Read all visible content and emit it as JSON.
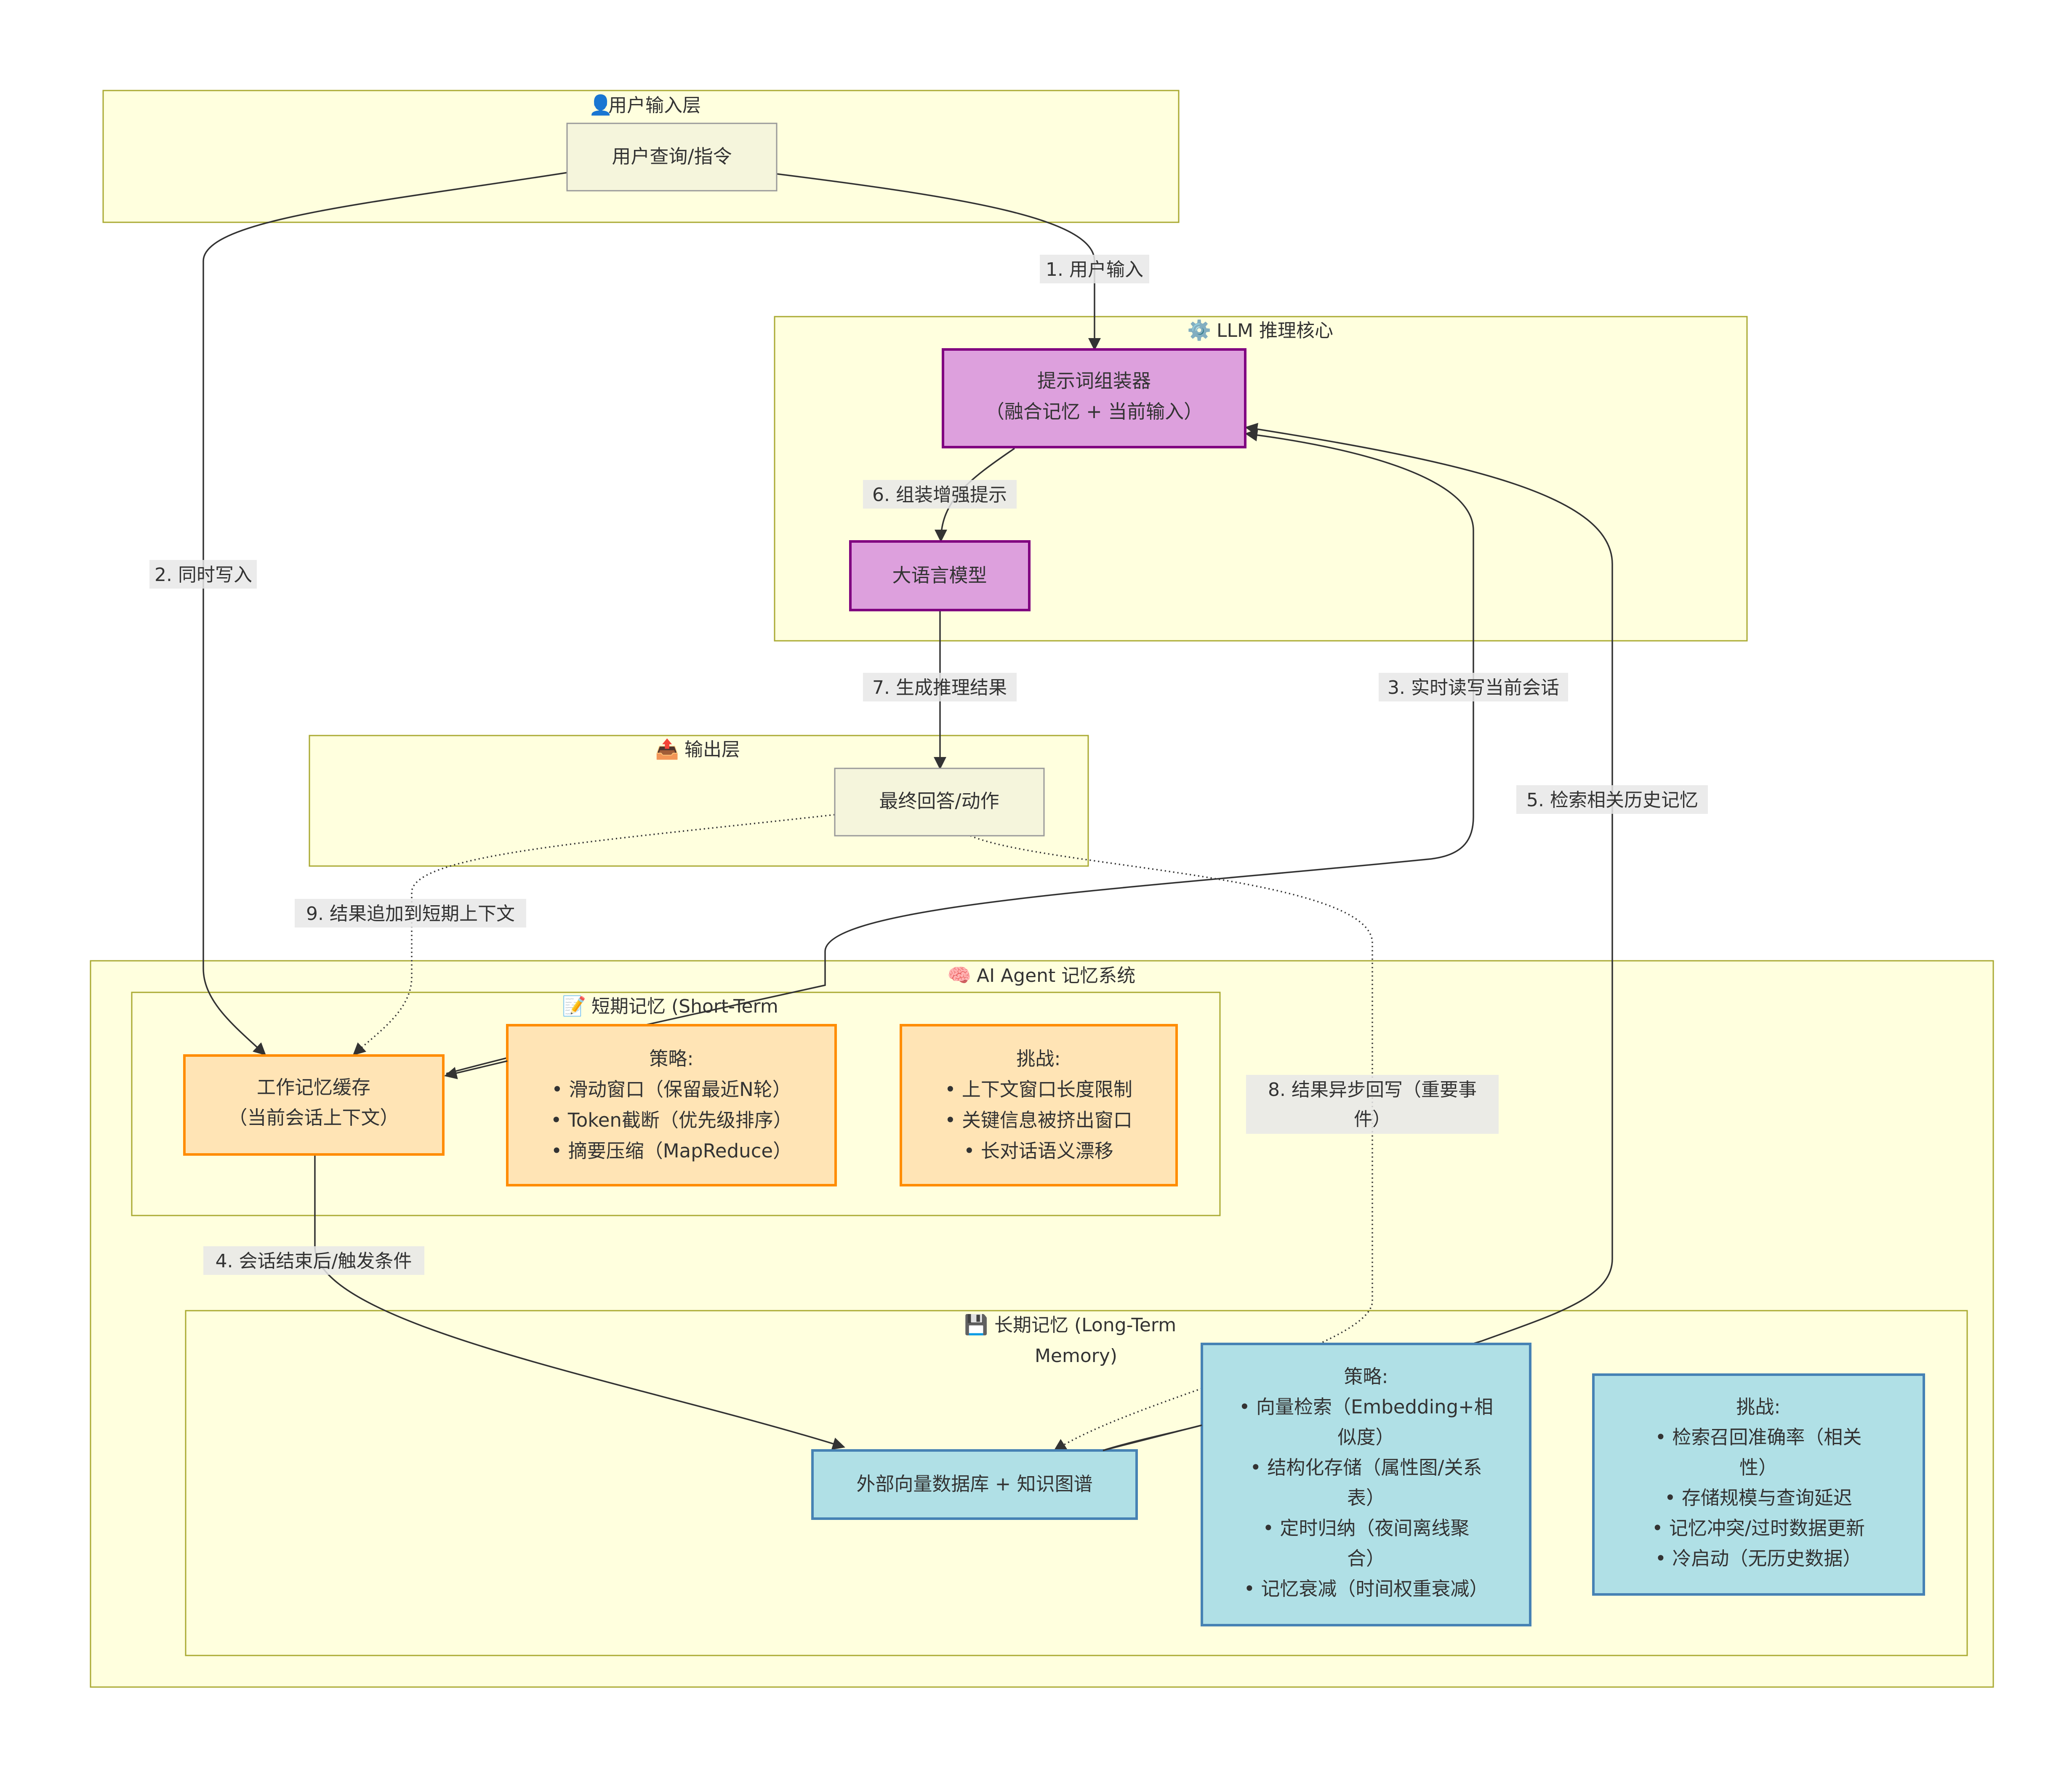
{
  "clusters": {
    "user_input": {
      "icon": "👤",
      "title": "用户输入层"
    },
    "llm_core": {
      "icon": "⚙️",
      "title": "LLM 推理核心"
    },
    "output": {
      "icon": "📤",
      "title": "输出层"
    },
    "memory_system": {
      "icon": "🧠",
      "title": "AI Agent 记忆系统"
    },
    "short_term": {
      "icon": "📝",
      "title": "短期记忆 (Short-Term"
    },
    "long_term": {
      "icon": "💾",
      "title_line1": "长期记忆 (Long-Term",
      "title_line2": "Memory)"
    }
  },
  "nodes": {
    "user_query": "用户查询/指令",
    "prompt_assembler": {
      "line1": "提示词组装器",
      "line2": "（融合记忆 + 当前输入）"
    },
    "llm": "大语言模型",
    "final_answer": "最终回答/动作",
    "working_memory": {
      "line1": "工作记忆缓存",
      "line2": "（当前会话上下文）"
    },
    "stm_strategy": {
      "line1": "策略:",
      "line2": "• 滑动窗口（保留最近N轮）",
      "line3": "• Token截断（优先级排序）",
      "line4": "• 摘要压缩（MapReduce）"
    },
    "stm_challenge": {
      "line1": "挑战:",
      "line2": "• 上下文窗口长度限制",
      "line3": "• 关键信息被挤出窗口",
      "line4": "• 长对话语义漂移"
    },
    "vector_db": "外部向量数据库 + 知识图谱",
    "ltm_strategy": {
      "line1": "策略:",
      "line2": "• 向量检索（Embedding+相",
      "line3": "似度）",
      "line4": "• 结构化存储（属性图/关系",
      "line5": "表）",
      "line6": "• 定时归纳（夜间离线聚",
      "line7": "合）",
      "line8": "• 记忆衰减（时间权重衰减）"
    },
    "ltm_challenge": {
      "line1": "挑战:",
      "line2": "• 检索召回准确率（相关",
      "line3": "性）",
      "line4": "• 存储规模与查询延迟",
      "line5": "• 记忆冲突/过时数据更新",
      "line6": "• 冷启动（无历史数据）"
    }
  },
  "edges": {
    "e1": "1. 用户输入",
    "e2": "2. 同时写入",
    "e3": "3. 实时读写当前会话",
    "e4": "4. 会话结束后/触发条件",
    "e5": "5. 检索相关历史记忆",
    "e6": "6. 组装增强提示",
    "e7": "7. 生成推理结果",
    "e8_line1": "8. 结果异步回写（重要事",
    "e8_line2": "件）",
    "e9": "9. 结果追加到短期上下文"
  },
  "colors": {
    "cluster_fill": "#ffffde",
    "cluster_stroke": "#aaaa33",
    "plain_fill": "#f5f5dc",
    "llm_fill": "#dda0dd",
    "llm_stroke": "#800080",
    "stm_fill": "#ffe4b5",
    "stm_stroke": "#ff8c00",
    "ltm_fill": "#b0e0e6",
    "ltm_stroke": "#4682b4"
  }
}
